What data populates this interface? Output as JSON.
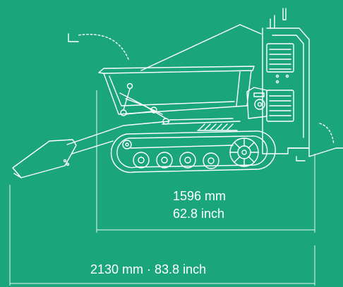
{
  "colors": {
    "background": "#1aa57a",
    "line": "#ffffff",
    "dim_line": "#e8f6f0"
  },
  "dimensions": {
    "track_length": {
      "mm": "1596 mm",
      "inch": "62.8 inch"
    },
    "overall_length": {
      "label": "2130 mm · 83.8 inch"
    }
  },
  "icons": {
    "arrow": "rotate-arrow-icon"
  }
}
